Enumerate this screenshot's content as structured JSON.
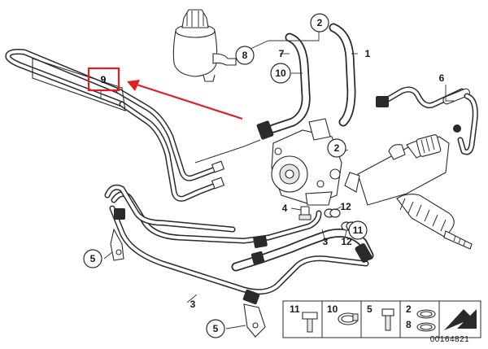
{
  "diagram": {
    "part_labels": {
      "p1": "1",
      "p2_top": "2",
      "p2_mid": "2",
      "p3_right": "3",
      "p3_bottom": "3",
      "p4": "4",
      "p5_left": "5",
      "p5_bottom": "5",
      "p6": "6",
      "p7": "7",
      "p8": "8",
      "p9": "9",
      "p10": "10",
      "p11": "11",
      "p12_top": "12",
      "p12_bottom": "12"
    },
    "legend": {
      "items": [
        "11",
        "10",
        "5",
        "2",
        "8"
      ]
    },
    "diagram_number": "00164821",
    "highlight": {
      "label": "9",
      "box_color": "#e02020",
      "arrow_color": "#e02020"
    }
  }
}
